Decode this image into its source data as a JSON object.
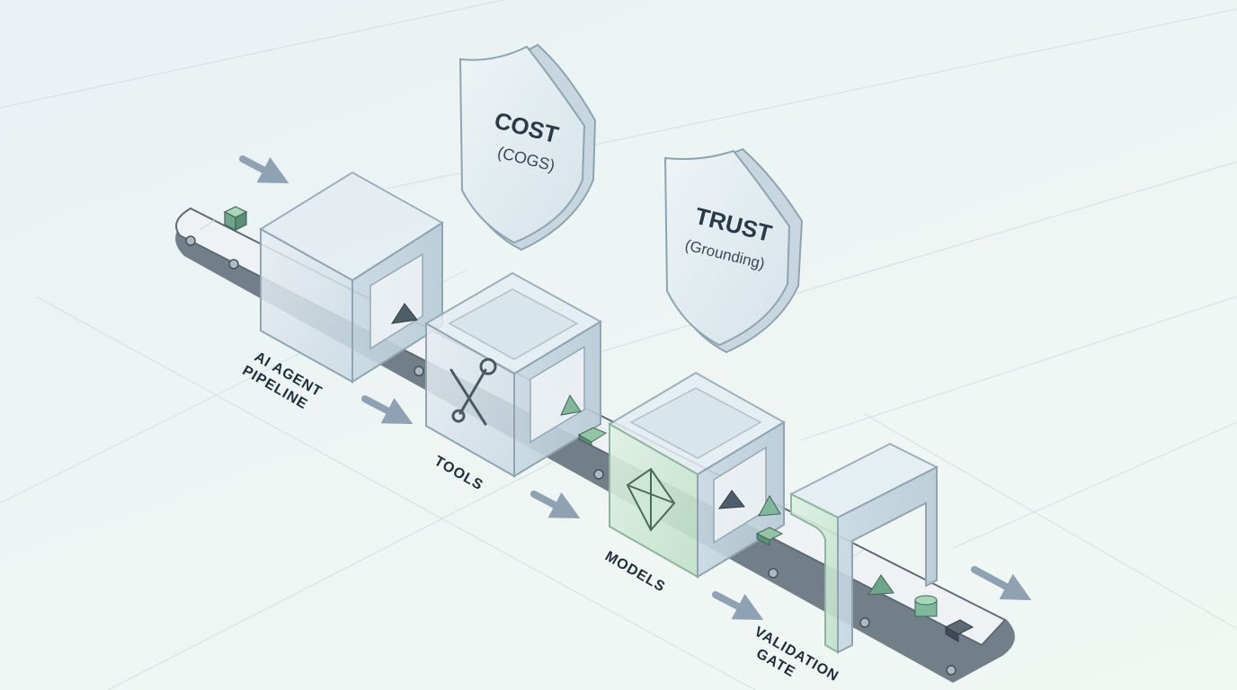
{
  "diagram": {
    "labels": {
      "pipeline_line1": "AI AGENT",
      "pipeline_line2": "PIPELINE",
      "tools": "TOOLS",
      "models": "MODELS",
      "validation_line1": "VALIDATION",
      "validation_line2": "GATE"
    },
    "shields": {
      "cost": {
        "title": "COST",
        "subtitle": "(COGS)"
      },
      "trust": {
        "title": "TRUST",
        "subtitle": "(Grounding)"
      }
    },
    "colors": {
      "background": "#eaf2f4",
      "conveyor_edge": "#5d6a74",
      "box_glass": "#d4e2ea",
      "models_accent": "#cfe8d6",
      "token_green": "#7fb89a",
      "arrow": "#8fa2b4"
    },
    "icons": [
      "arrow-icon",
      "wrench-screwdriver-icon",
      "gem-icon",
      "shield-icon",
      "cube-token-icon",
      "pyramid-token-icon",
      "cylinder-token-icon"
    ]
  }
}
